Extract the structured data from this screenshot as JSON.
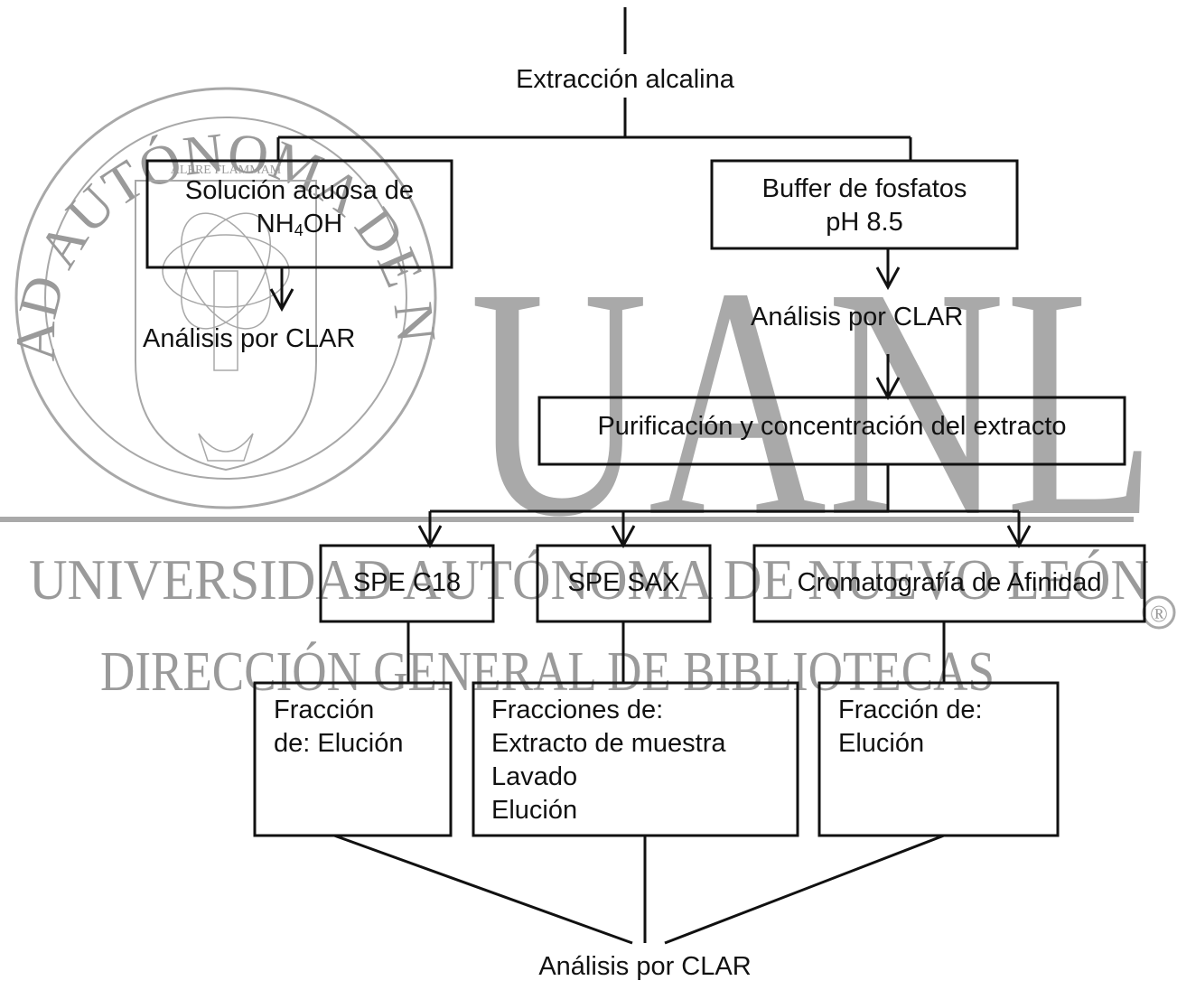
{
  "watermark": {
    "seal_text": "UNIVERSIDAD AUTÓNOMA DE NUEVO LEÓN",
    "seal_motto": "ALERE FLAMMAM",
    "big_letters": "UANL",
    "line1": "UNIVERSIDAD AUTÓNOMA DE NUEVO LEÓN",
    "line2": "DIRECCIÓN GENERAL DE BIBLIOTECAS",
    "registered_mark": "®"
  },
  "nodes": {
    "start": "Extracción alcalina",
    "left_box_line1": "Solución acuosa de",
    "left_box_line2_prefix": "NH",
    "left_box_line2_sub": "4",
    "left_box_line2_suffix": "OH",
    "left_analysis": "Análisis por CLAR",
    "right_box_line1": "Buffer de fosfatos",
    "right_box_line2": "pH 8.5",
    "right_analysis": "Análisis por CLAR",
    "purification": "Purificación y concentración del extracto",
    "spe_c18": "SPE C18",
    "spe_sax": "SPE SAX",
    "affinity": "Cromatografía de Afinidad",
    "frac1_line1": "Fracción",
    "frac1_line2": "de: Elución",
    "frac2_line1": "Fracciones de:",
    "frac2_line2": "Extracto de muestra",
    "frac2_line3": "Lavado",
    "frac2_line4": "Elución",
    "frac3_line1": "Fracción de:",
    "frac3_line2": "Elución",
    "final_analysis": "Análisis por CLAR"
  }
}
